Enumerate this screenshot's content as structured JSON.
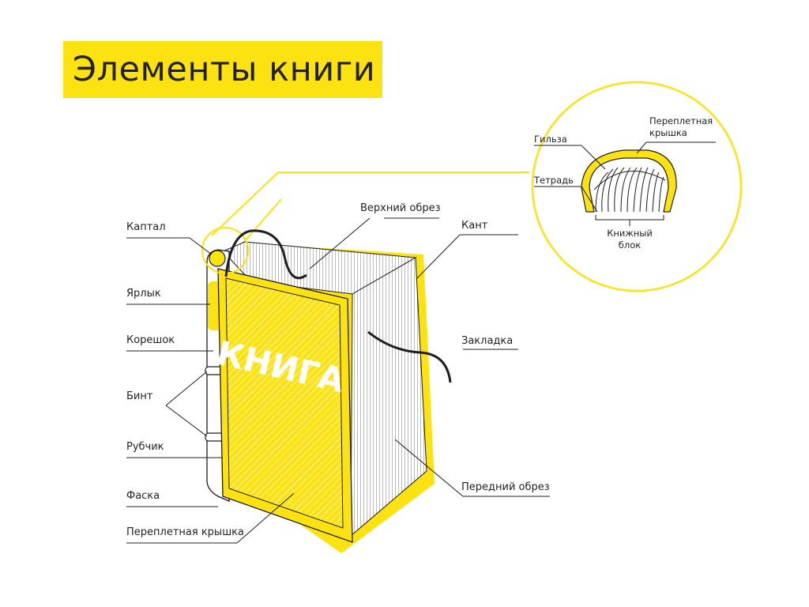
{
  "title": "Элементы книги",
  "cover_text": "КНИГА",
  "labels": {
    "kaptal": "Каптал",
    "yarlyk": "Ярлык",
    "koreshok": "Корешок",
    "bint": "Бинт",
    "rubchik": "Рубчик",
    "faska": "Фаска",
    "pereplet_krysha": "Переплетная крышка",
    "verkhniy_obrez": "Верхний обрез",
    "kant": "Кант",
    "zakladka": "Закладка",
    "peredniy_obrez": "Передний обрез"
  },
  "inset": {
    "pereplet_line1": "Переплетная",
    "pereplet_line2": "крышка",
    "gilza": "Гильза",
    "tetrad": "Тетрадь",
    "blok_line1": "Книжный",
    "blok_line2": "блок"
  },
  "colors": {
    "accent_yellow": "#fde212",
    "line": "#1e1e1e",
    "light_yellow": "#fcef9a"
  }
}
